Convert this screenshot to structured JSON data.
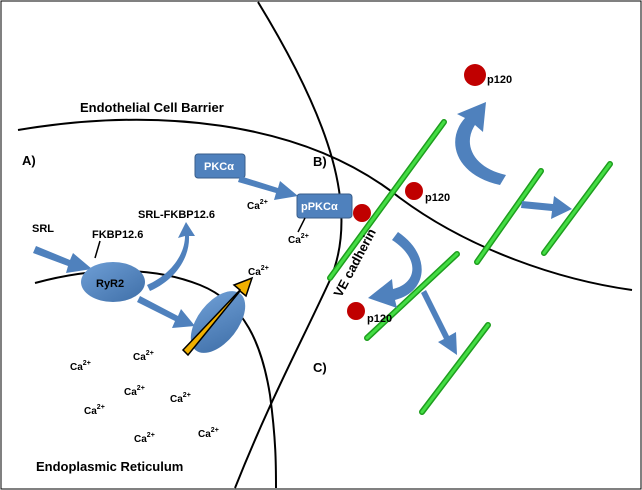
{
  "title_cell_barrier": "Endothelial Cell Barrier",
  "title_er": "Endoplasmic Reticulum",
  "panel_labels": {
    "a": "A)",
    "b": "B)",
    "c": "C)"
  },
  "srl": "SRL",
  "fkbp": "FKBP12.6",
  "ryr2": "RyR2",
  "srl_fkbp": "SRL-FKBP12.6",
  "pkc": "PKCα",
  "ppkc": "pPKCα",
  "ve_cadherin": "VE cadherin",
  "ca_base": "Ca",
  "ca_sup": "2+",
  "p120": "p120",
  "colors": {
    "membrane": "#000000",
    "blue_shape": "#4f81bd",
    "blue_arrow": "#4f81bd",
    "cadherin": "#33cc33",
    "cadherin_edge": "#1e9e1e",
    "p120_dot": "#c00000",
    "yellow_arrow": "#f0b000"
  }
}
